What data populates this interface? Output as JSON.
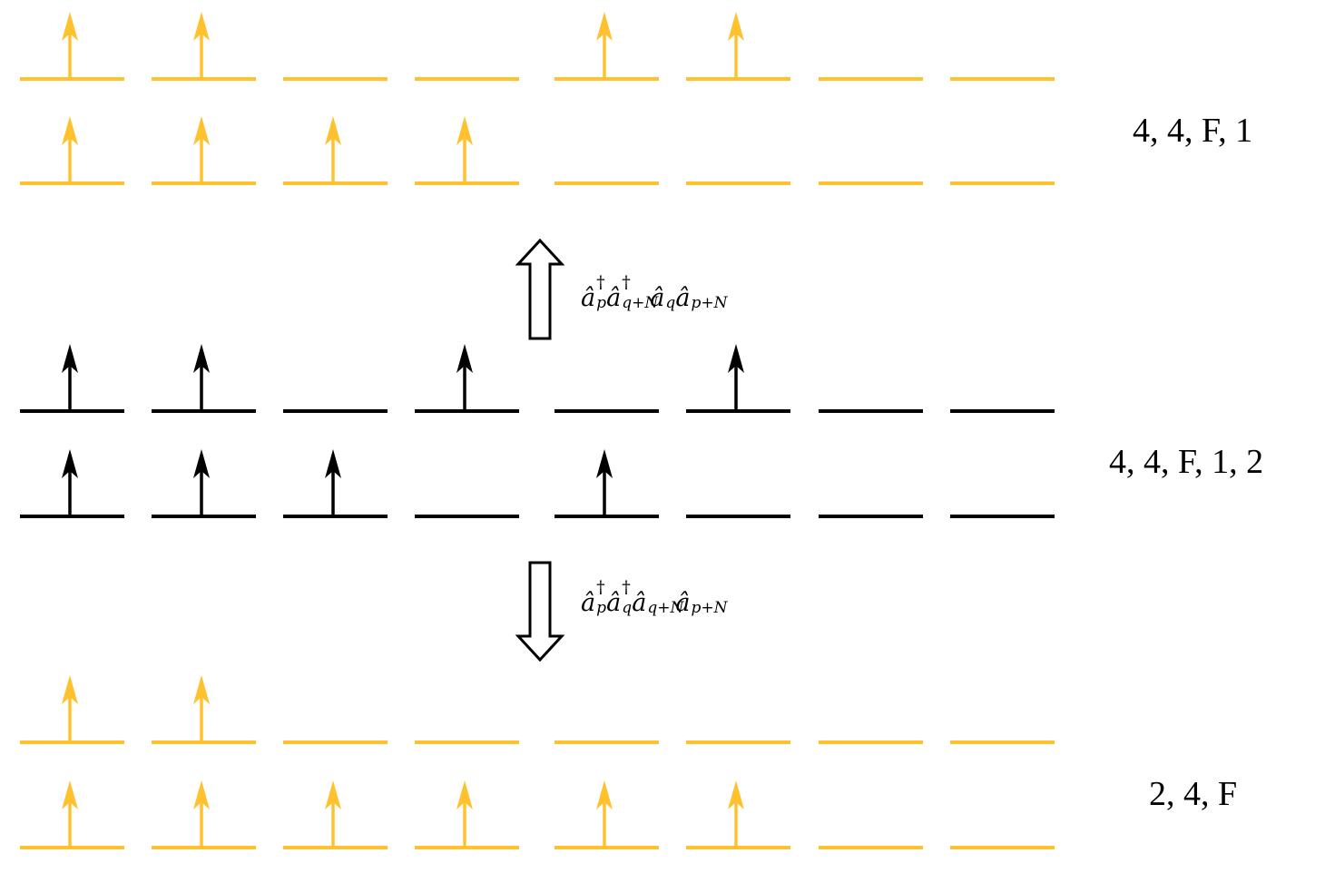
{
  "colors": {
    "highlight": "#FFC22E",
    "base": "#000000"
  },
  "configurations": [
    {
      "label": "4, 4, F, 1",
      "color": "highlight",
      "rows": [
        [
          1,
          1,
          0,
          0,
          1,
          1,
          0,
          0
        ],
        [
          1,
          1,
          1,
          1,
          0,
          0,
          0,
          0
        ]
      ]
    },
    {
      "label": "4, 4, F, 1, 2",
      "color": "base",
      "rows": [
        [
          1,
          1,
          0,
          1,
          0,
          1,
          0,
          0
        ],
        [
          1,
          1,
          1,
          0,
          1,
          0,
          0,
          0
        ]
      ]
    },
    {
      "label": "2, 4, F",
      "color": "highlight",
      "rows": [
        [
          1,
          1,
          0,
          0,
          0,
          0,
          0,
          0
        ],
        [
          1,
          1,
          1,
          1,
          1,
          1,
          0,
          0
        ]
      ]
    }
  ],
  "operators": [
    {
      "direction": "up",
      "terms": [
        {
          "base": "â",
          "sub": "p",
          "sup": "†"
        },
        {
          "base": "â",
          "sub": "q+N",
          "sup": "†"
        },
        {
          "base": "â",
          "sub": "q",
          "sup": ""
        },
        {
          "base": "â",
          "sub": "p+N",
          "sup": ""
        }
      ]
    },
    {
      "direction": "down",
      "terms": [
        {
          "base": "â",
          "sub": "p",
          "sup": "†"
        },
        {
          "base": "â",
          "sub": "q",
          "sup": "†"
        },
        {
          "base": "â",
          "sub": "q+N",
          "sup": ""
        },
        {
          "base": "â",
          "sub": "p+N",
          "sup": ""
        }
      ]
    }
  ]
}
